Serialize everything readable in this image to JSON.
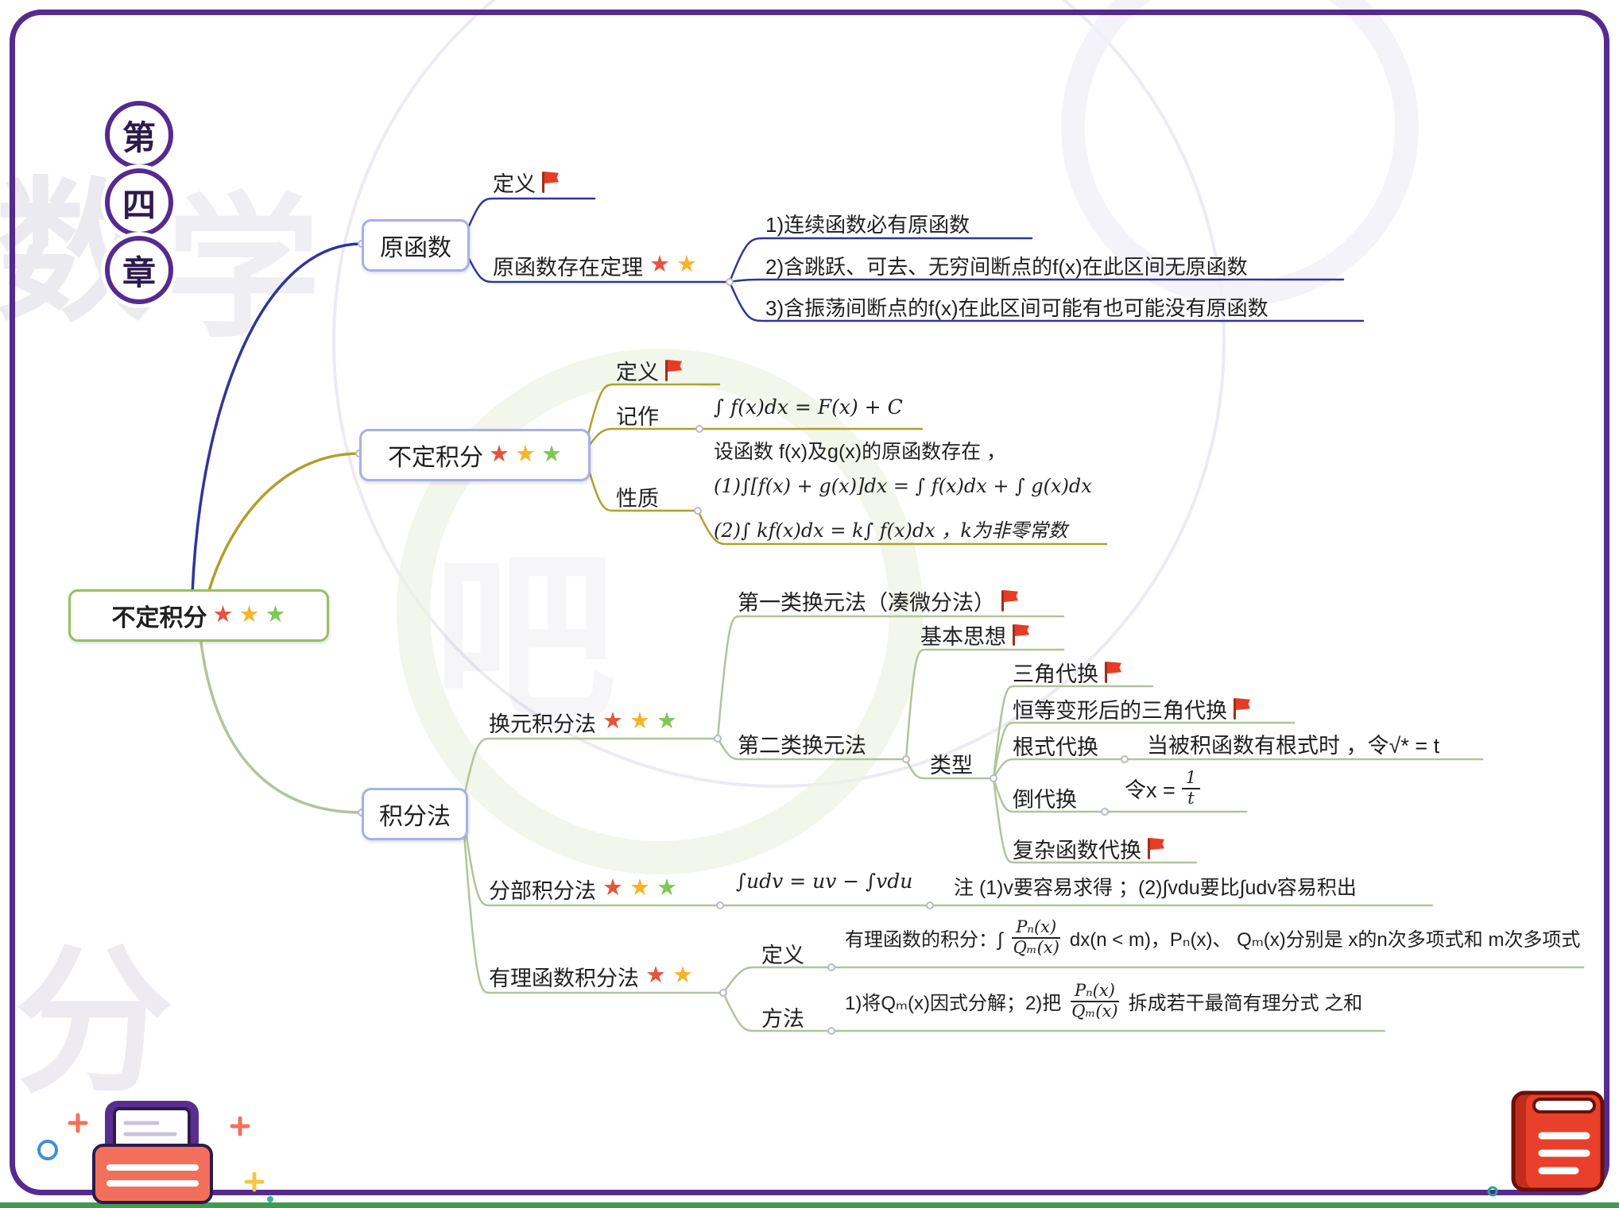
{
  "badge": {
    "c1": "第",
    "c2": "四",
    "c3": "章"
  },
  "root": {
    "title": "不定积分"
  },
  "b1": {
    "title": "原函数",
    "def": "定义",
    "thm": "原函数存在定理",
    "item1": "1)连续函数必有原函数",
    "item2": "2)含跳跃、可去、无穷间断点的f(x)在此区间无原函数",
    "item3": "3)含振荡间断点的f(x)在此区间可能有也可能没有原函数"
  },
  "b2": {
    "title": "不定积分",
    "def": "定义",
    "notation_label": "记作",
    "notation_formula": "∫ f(x)dx = F(x) + C",
    "props_label": "性质",
    "props_intro": "设函数 f(x)及g(x)的原函数存在 ，",
    "prop1": "(1)∫[f(x) + g(x)]dx = ∫ f(x)dx + ∫ g(x)dx",
    "prop2": "(2)∫ kf(x)dx = k∫ f(x)dx ，k为非零常数"
  },
  "b3": {
    "title": "积分法",
    "sub_label": "换元积分法",
    "first_method": "第一类换元法（凑微分法）",
    "second_method": "第二类换元法",
    "basic_idea": "基本思想",
    "types_label": "类型",
    "type_trig": "三角代换",
    "type_identity": "恒等变形后的三角代换",
    "type_radical": "根式代换",
    "type_radical_note": "当被积函数有根式时 ，令√* = t",
    "type_reciprocal": "倒代换",
    "type_reciprocal_pre": "令x =",
    "frac_1_num": "1",
    "frac_1_den": "t",
    "type_complex": "复杂函数代换",
    "parts_label": "分部积分法",
    "parts_formula": "∫udv = uv − ∫vdu",
    "parts_note": "注 (1)v要容易求得 ；(2)∫vdu要比∫udv容易积出",
    "rational_label": "有理函数积分法",
    "rational_def_label": "定义",
    "rational_def_pre": "有理函数的积分：∫",
    "frac_pq_num": "Pₙ(x)",
    "frac_pq_den": "Qₘ(x)",
    "rational_def_post": "dx(n < m)，Pₙ(x)、 Qₘ(x)分别是 x的n次多项式和 m次多项式",
    "rational_method_label": "方法",
    "rational_method_pre": "1)将Qₘ(x)因式分解；2)把",
    "rational_method_post": "拆成若干最简有理分式 之和"
  },
  "watermarks": {
    "w1": "数",
    "w2": "学",
    "w3": "吧",
    "w4": "分"
  }
}
